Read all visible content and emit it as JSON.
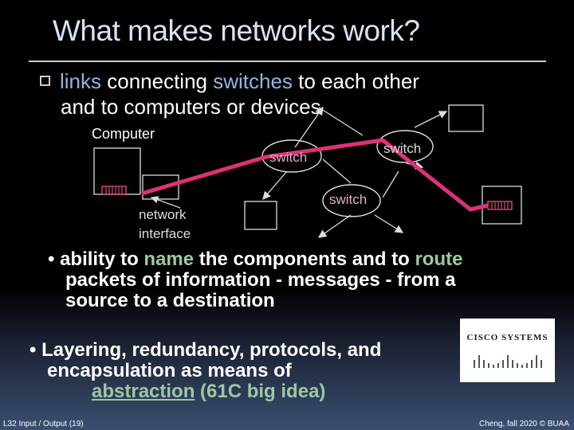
{
  "title": "What makes networks work?",
  "bullet1": {
    "part1": "links",
    "part2": " connecting ",
    "part3": "switches",
    "part4": " to each other",
    "line2": "and to computers or devices"
  },
  "diagram": {
    "computer_label": "Computer",
    "network_interface_label_1": "network",
    "network_interface_label_2": "interface",
    "switch_labels": [
      "switch",
      "switch",
      "switch"
    ]
  },
  "bullet2": {
    "prefix": "• ability to ",
    "name": "name",
    "mid": " the components and to ",
    "route": "route",
    "line2": "packets of information - messages - from a",
    "line3": "source to a destination"
  },
  "bullet3": {
    "line1": "• Layering, redundancy, protocols, and",
    "line2": "encapsulation as means of",
    "abstraction": "abstraction",
    "tail": " (61C big idea)"
  },
  "logo": {
    "text": "CISCO SYSTEMS"
  },
  "footer": {
    "left": "L32 Input / Output (19)",
    "right": "Cheng, fall 2020 © BUAA"
  },
  "colors": {
    "link": "#e0307a",
    "title": "#d8e4f0",
    "highlight_blue": "#8eb8e0",
    "highlight_green": "#9ec8a0"
  }
}
